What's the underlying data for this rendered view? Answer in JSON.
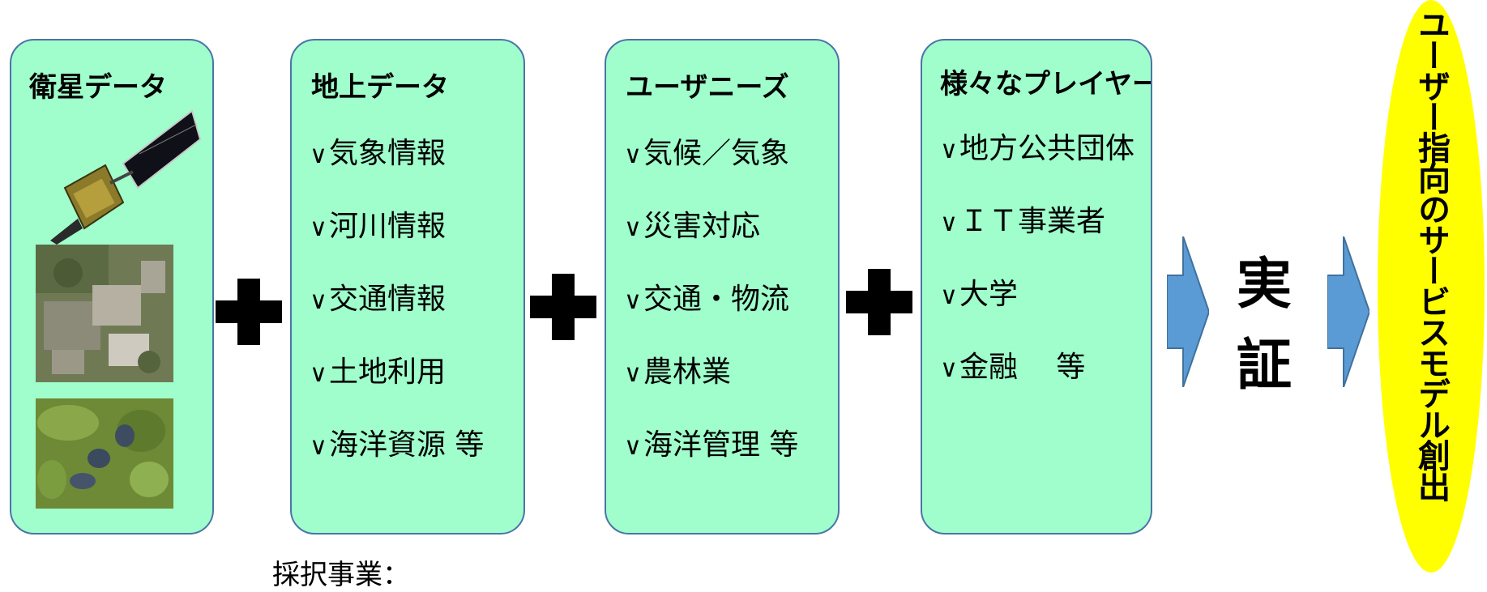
{
  "boxes": [
    {
      "title": "衛星データ",
      "items": []
    },
    {
      "title": "地上データ",
      "items": [
        "気象情報",
        "河川情報",
        "交通情報",
        "土地利用",
        "海洋資源 等"
      ]
    },
    {
      "title": "ユーザニーズ",
      "items": [
        "気候／気象",
        "災害対応",
        "交通・物流",
        "農林業",
        "海洋管理 等"
      ]
    },
    {
      "title": "様々なプレイヤー",
      "items": [
        "地方公共団体",
        "ＩＴ事業者",
        "大学",
        "金融　 等"
      ]
    }
  ],
  "check_glyph": "∨",
  "center_label": "実証",
  "goal_label": "ユーザー指向のサービスモデル創出",
  "bottom_note": "採択事業：",
  "colors": {
    "box_fill": "#9ffecb",
    "box_border": "#4b74a8",
    "arrow_fill": "#5b9bd5",
    "goal_fill": "#ffff00"
  },
  "icons": [
    "satellite-icon",
    "aerial-photo-urban-icon",
    "aerial-photo-forest-icon",
    "plus-icon",
    "right-arrow-icon"
  ]
}
